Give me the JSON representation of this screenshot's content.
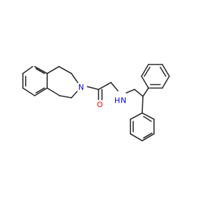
{
  "molecule": {
    "atoms": {
      "oxygen": {
        "symbol": "O",
        "color": "#ff0000"
      },
      "ring_nitrogen": {
        "symbol": "N",
        "color": "#0000ff"
      },
      "amine": {
        "symbol": "N",
        "color": "#0000ff"
      },
      "amine_h": {
        "symbol": "H",
        "color": "#0000ff"
      }
    },
    "bond_color": "#2b2b2b",
    "background": "#ffffff"
  }
}
